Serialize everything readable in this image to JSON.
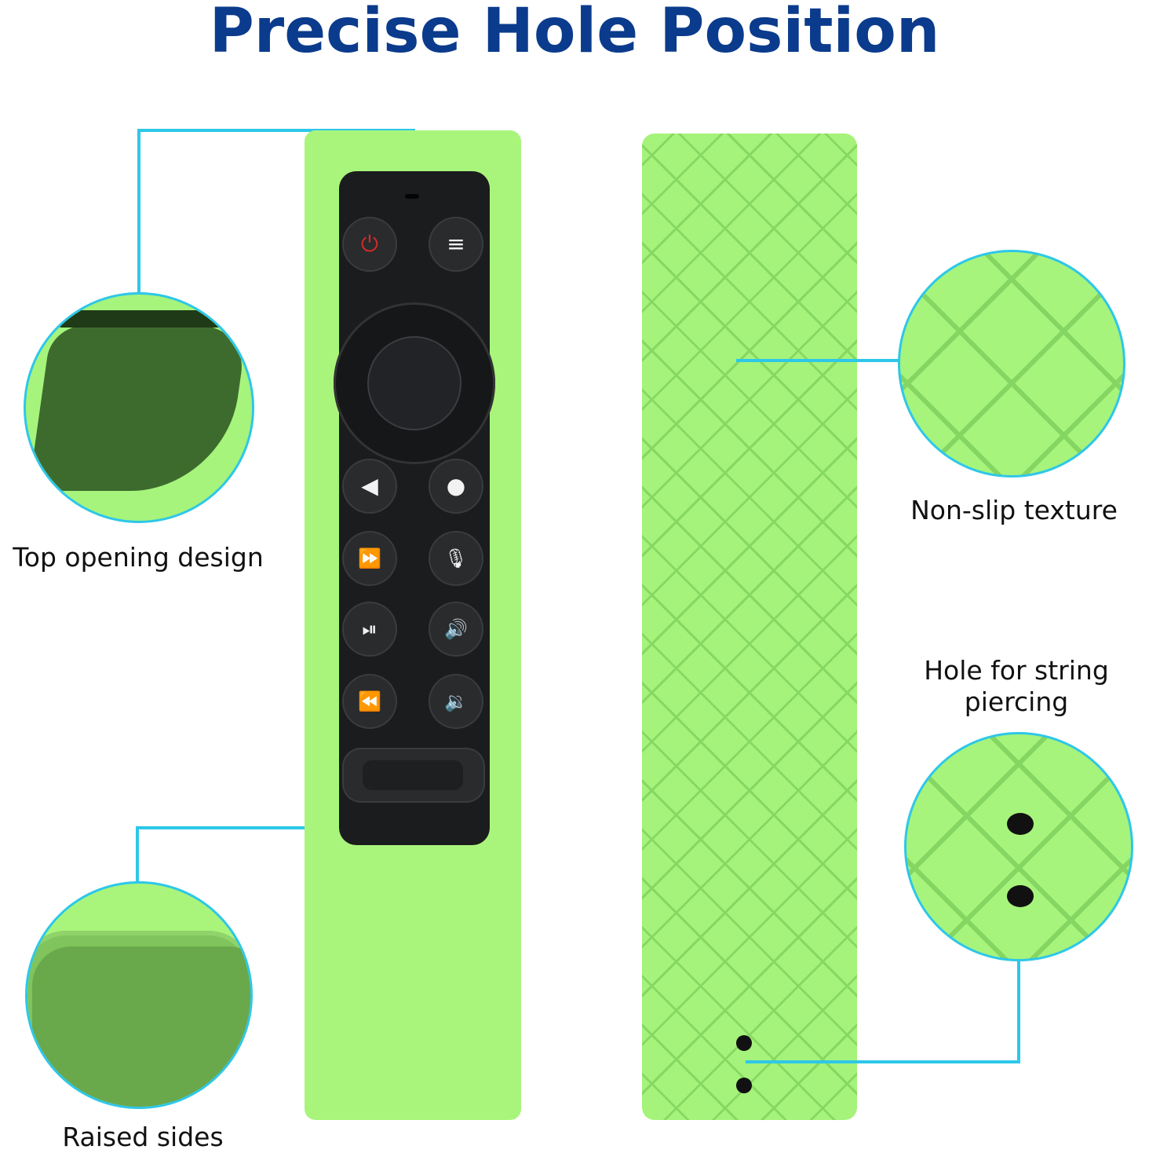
{
  "title": "Precise Hole Position",
  "callouts": {
    "top_opening": "Top opening design",
    "raised_sides": "Raised sides",
    "non_slip": "Non-slip texture",
    "hole_string": "Hole for string piercing"
  },
  "remote_buttons": {
    "power": "⏻",
    "menu": "≡",
    "back": "◀",
    "home": "●",
    "fast_forward": "⏩",
    "mic": "🎙",
    "play_pause": "⏯",
    "volume_up": "🔊",
    "rewind": "⏪",
    "volume_down": "🔉"
  },
  "colors": {
    "title": "#0b3b8c",
    "callout_line": "#2ec7e8",
    "cover_green": "#a9f57c",
    "remote_black": "#1b1c1d",
    "power_red": "#d22a2a"
  }
}
